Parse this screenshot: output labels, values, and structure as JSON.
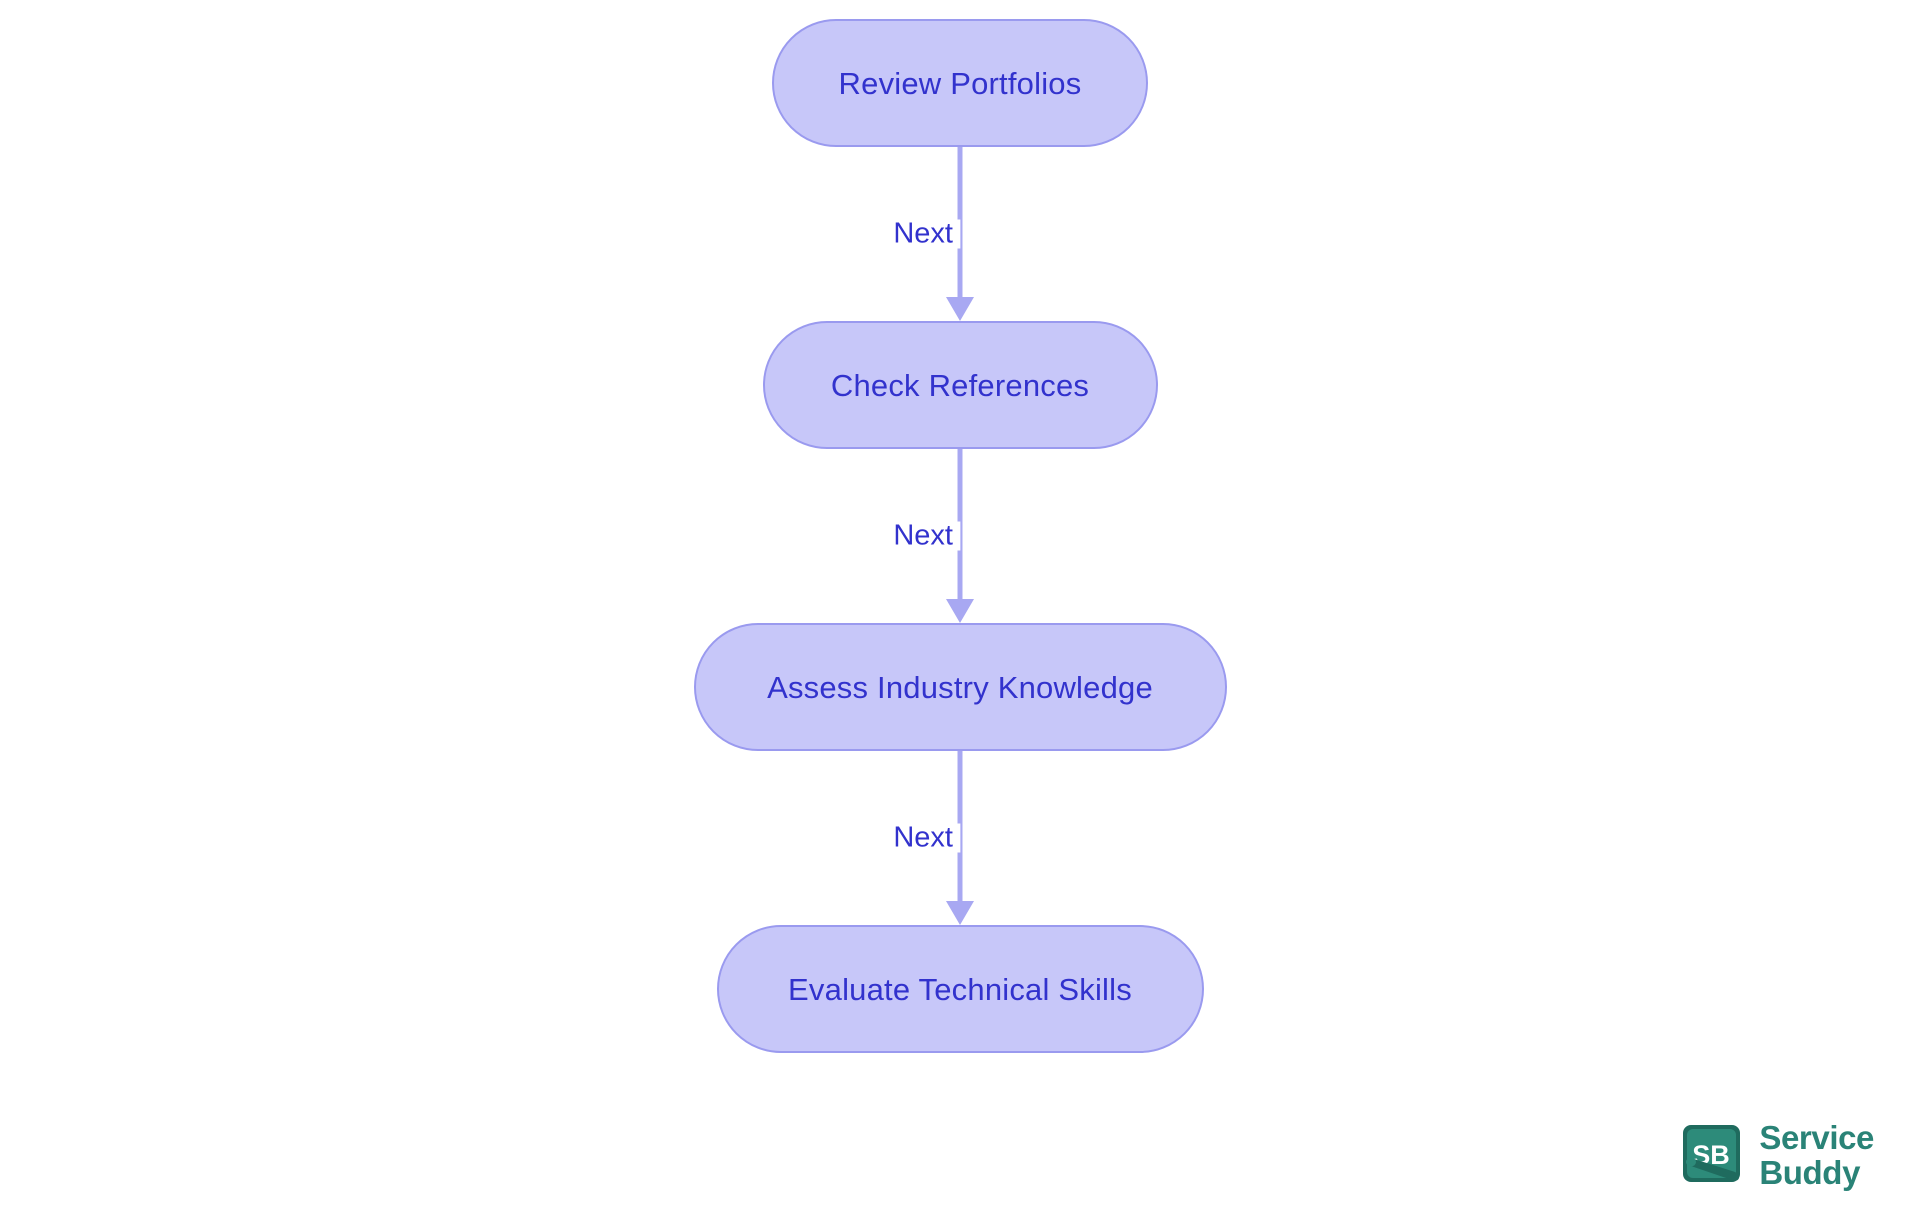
{
  "diagram": {
    "type": "flowchart",
    "orientation": "vertical-top-down",
    "background_color": "#ffffff",
    "node_fill_color": "#c7c7f9",
    "node_border_color": "#9a9aef",
    "node_text_color": "#3232cd",
    "connector_color": "#a8a8f2",
    "nodes": [
      {
        "id": "n1",
        "label": "Review Portfolios"
      },
      {
        "id": "n2",
        "label": "Check References"
      },
      {
        "id": "n3",
        "label": "Assess Industry Knowledge"
      },
      {
        "id": "n4",
        "label": "Evaluate Technical Skills"
      }
    ],
    "edges": [
      {
        "from": "n1",
        "to": "n2",
        "label": "Next"
      },
      {
        "from": "n2",
        "to": "n3",
        "label": "Next"
      },
      {
        "from": "n3",
        "to": "n4",
        "label": "Next"
      }
    ]
  },
  "logo": {
    "mark_text": "SB",
    "name_line1": "Service",
    "name_line2": "Buddy",
    "mark_bg_color": "#1f6b5e",
    "mark_inner_color": "#2d8b7a",
    "mark_text_color": "#ffffff",
    "word_color": "#2a8377"
  }
}
